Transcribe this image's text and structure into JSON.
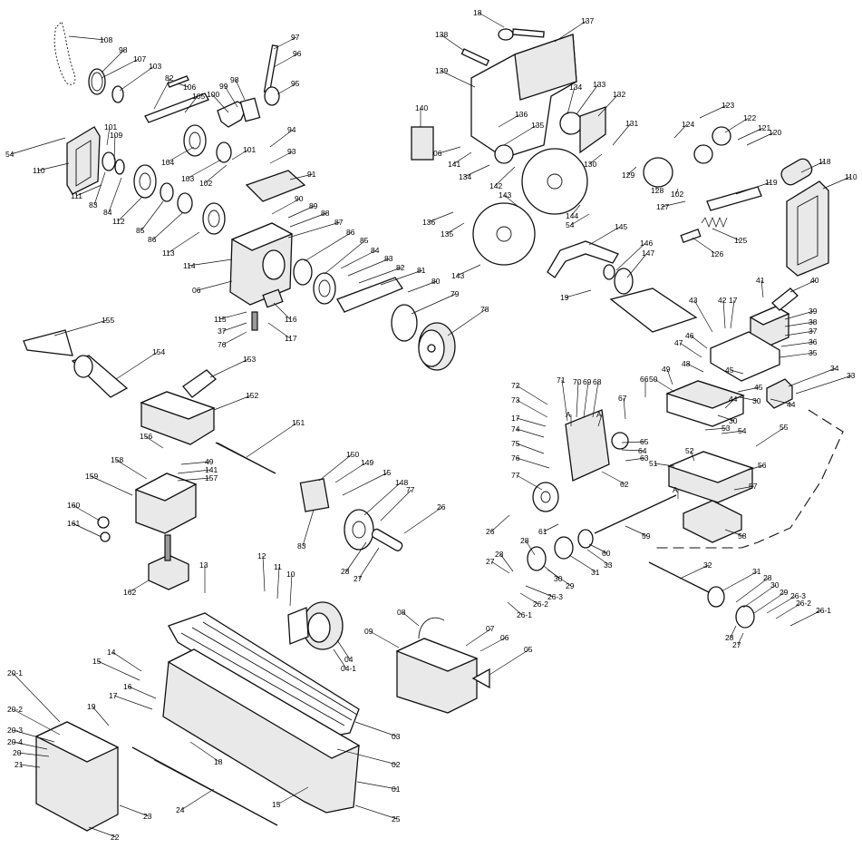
{
  "diagram": {
    "callouts": [
      {
        "id": "c-108",
        "label": "108"
      },
      {
        "id": "c-98a",
        "label": "98"
      },
      {
        "id": "c-107",
        "label": "107"
      },
      {
        "id": "c-103a",
        "label": "103"
      },
      {
        "id": "c-82",
        "label": "82"
      },
      {
        "id": "c-106",
        "label": "106"
      },
      {
        "id": "c-105",
        "label": "105"
      },
      {
        "id": "c-98b",
        "label": "98"
      },
      {
        "id": "c-99",
        "label": "99"
      },
      {
        "id": "c-100",
        "label": "100"
      },
      {
        "id": "c-97",
        "label": "97"
      },
      {
        "id": "c-96",
        "label": "96"
      },
      {
        "id": "c-95",
        "label": "95"
      },
      {
        "id": "c-54a",
        "label": "54"
      },
      {
        "id": "c-101a",
        "label": "101"
      },
      {
        "id": "c-109",
        "label": "109"
      },
      {
        "id": "c-110a",
        "label": "110"
      },
      {
        "id": "c-104",
        "label": "104"
      },
      {
        "id": "c-101b",
        "label": "101"
      },
      {
        "id": "c-94",
        "label": "94"
      },
      {
        "id": "c-93",
        "label": "93"
      },
      {
        "id": "c-103b",
        "label": "103"
      },
      {
        "id": "c-102a",
        "label": "102"
      },
      {
        "id": "c-91",
        "label": "91"
      },
      {
        "id": "c-111",
        "label": "111"
      },
      {
        "id": "c-83a",
        "label": "83"
      },
      {
        "id": "c-84a",
        "label": "84"
      },
      {
        "id": "c-112",
        "label": "112"
      },
      {
        "id": "c-85a",
        "label": "85"
      },
      {
        "id": "c-86a",
        "label": "86"
      },
      {
        "id": "c-90",
        "label": "90"
      },
      {
        "id": "c-89",
        "label": "89"
      },
      {
        "id": "c-88",
        "label": "88"
      },
      {
        "id": "c-87",
        "label": "87"
      },
      {
        "id": "c-86b",
        "label": "86"
      },
      {
        "id": "c-85b",
        "label": "85"
      },
      {
        "id": "c-84b",
        "label": "84"
      },
      {
        "id": "c-113",
        "label": "113"
      },
      {
        "id": "c-114",
        "label": "114"
      },
      {
        "id": "c-83b",
        "label": "83"
      },
      {
        "id": "c-82b",
        "label": "82"
      },
      {
        "id": "c-81",
        "label": "81"
      },
      {
        "id": "c-06a",
        "label": "06"
      },
      {
        "id": "c-80",
        "label": "80"
      },
      {
        "id": "c-79",
        "label": "79"
      },
      {
        "id": "c-115",
        "label": "115"
      },
      {
        "id": "c-116",
        "label": "116"
      },
      {
        "id": "c-78",
        "label": "78"
      },
      {
        "id": "c-37a",
        "label": "37"
      },
      {
        "id": "c-76a",
        "label": "76"
      },
      {
        "id": "c-117",
        "label": "117"
      },
      {
        "id": "c-18a",
        "label": "18"
      },
      {
        "id": "c-137",
        "label": "137"
      },
      {
        "id": "c-138",
        "label": "138"
      },
      {
        "id": "c-139",
        "label": "139"
      },
      {
        "id": "c-133",
        "label": "133"
      },
      {
        "id": "c-134a",
        "label": "134"
      },
      {
        "id": "c-132",
        "label": "132"
      },
      {
        "id": "c-140",
        "label": "140"
      },
      {
        "id": "c-136a",
        "label": "136"
      },
      {
        "id": "c-135a",
        "label": "135"
      },
      {
        "id": "c-123",
        "label": "123"
      },
      {
        "id": "c-122",
        "label": "122"
      },
      {
        "id": "c-121",
        "label": "121"
      },
      {
        "id": "c-120",
        "label": "120"
      },
      {
        "id": "c-124",
        "label": "124"
      },
      {
        "id": "c-131",
        "label": "131"
      },
      {
        "id": "c-130",
        "label": "130"
      },
      {
        "id": "c-129",
        "label": "129"
      },
      {
        "id": "c-06b",
        "label": "06"
      },
      {
        "id": "c-141",
        "label": "141"
      },
      {
        "id": "c-134b",
        "label": "134"
      },
      {
        "id": "c-142",
        "label": "142"
      },
      {
        "id": "c-128",
        "label": "128"
      },
      {
        "id": "c-102b",
        "label": "102"
      },
      {
        "id": "c-119",
        "label": "119"
      },
      {
        "id": "c-118",
        "label": "118"
      },
      {
        "id": "c-110b",
        "label": "110"
      },
      {
        "id": "c-127",
        "label": "127"
      },
      {
        "id": "c-143a",
        "label": "143"
      },
      {
        "id": "c-144",
        "label": "144"
      },
      {
        "id": "c-54b",
        "label": "54"
      },
      {
        "id": "c-136b",
        "label": "136"
      },
      {
        "id": "c-135b",
        "label": "135"
      },
      {
        "id": "c-145",
        "label": "145"
      },
      {
        "id": "c-125",
        "label": "125"
      },
      {
        "id": "c-146",
        "label": "146"
      },
      {
        "id": "c-147",
        "label": "147"
      },
      {
        "id": "c-126",
        "label": "126"
      },
      {
        "id": "c-143b",
        "label": "143"
      },
      {
        "id": "c-19a",
        "label": "19"
      },
      {
        "id": "c-155",
        "label": "155"
      },
      {
        "id": "c-154",
        "label": "154"
      },
      {
        "id": "c-153",
        "label": "153"
      },
      {
        "id": "c-152",
        "label": "152"
      },
      {
        "id": "c-151",
        "label": "151"
      },
      {
        "id": "c-156",
        "label": "156"
      },
      {
        "id": "c-49a",
        "label": "49"
      },
      {
        "id": "c-141b",
        "label": "141"
      },
      {
        "id": "c-157",
        "label": "157"
      },
      {
        "id": "c-150",
        "label": "150"
      },
      {
        "id": "c-149",
        "label": "149"
      },
      {
        "id": "c-15a",
        "label": "15"
      },
      {
        "id": "c-148",
        "label": "148"
      },
      {
        "id": "c-77a",
        "label": "77"
      },
      {
        "id": "c-158",
        "label": "158"
      },
      {
        "id": "c-159",
        "label": "159"
      },
      {
        "id": "c-160",
        "label": "160"
      },
      {
        "id": "c-161",
        "label": "161"
      },
      {
        "id": "c-162",
        "label": "162"
      },
      {
        "id": "c-83c",
        "label": "83"
      },
      {
        "id": "c-26a",
        "label": "26"
      },
      {
        "id": "c-28a",
        "label": "28"
      },
      {
        "id": "c-27a",
        "label": "27"
      },
      {
        "id": "c-41",
        "label": "41"
      },
      {
        "id": "c-40",
        "label": "40"
      },
      {
        "id": "c-43",
        "label": "43"
      },
      {
        "id": "c-42",
        "label": "42"
      },
      {
        "id": "c-17a",
        "label": "17"
      },
      {
        "id": "c-39",
        "label": "39"
      },
      {
        "id": "c-38",
        "label": "38"
      },
      {
        "id": "c-37b",
        "label": "37"
      },
      {
        "id": "c-36",
        "label": "36"
      },
      {
        "id": "c-35",
        "label": "35"
      },
      {
        "id": "c-47",
        "label": "47"
      },
      {
        "id": "c-46",
        "label": "46"
      },
      {
        "id": "c-48",
        "label": "48"
      },
      {
        "id": "c-49b",
        "label": "49"
      },
      {
        "id": "c-45a",
        "label": "45"
      },
      {
        "id": "c-45b",
        "label": "45"
      },
      {
        "id": "c-34",
        "label": "34"
      },
      {
        "id": "c-33a",
        "label": "33"
      },
      {
        "id": "c-30a",
        "label": "30"
      },
      {
        "id": "c-44a",
        "label": "44"
      },
      {
        "id": "c-44b",
        "label": "44"
      },
      {
        "id": "c-30b",
        "label": "30"
      },
      {
        "id": "c-72",
        "label": "72"
      },
      {
        "id": "c-71",
        "label": "71"
      },
      {
        "id": "c-70",
        "label": "70"
      },
      {
        "id": "c-69",
        "label": "69"
      },
      {
        "id": "c-68",
        "label": "68"
      },
      {
        "id": "c-66",
        "label": "66"
      },
      {
        "id": "c-50",
        "label": "50"
      },
      {
        "id": "c-73",
        "label": "73"
      },
      {
        "id": "c-A1",
        "label": "A"
      },
      {
        "id": "c-A2",
        "label": "A'"
      },
      {
        "id": "c-67",
        "label": "67"
      },
      {
        "id": "c-17b",
        "label": "17"
      },
      {
        "id": "c-74",
        "label": "74"
      },
      {
        "id": "c-65",
        "label": "65"
      },
      {
        "id": "c-64",
        "label": "64"
      },
      {
        "id": "c-53",
        "label": "53"
      },
      {
        "id": "c-54c",
        "label": "54"
      },
      {
        "id": "c-55",
        "label": "55"
      },
      {
        "id": "c-75",
        "label": "75"
      },
      {
        "id": "c-63",
        "label": "63"
      },
      {
        "id": "c-76b",
        "label": "76"
      },
      {
        "id": "c-52",
        "label": "52"
      },
      {
        "id": "c-51",
        "label": "51"
      },
      {
        "id": "c-56",
        "label": "56"
      },
      {
        "id": "c-77b",
        "label": "77"
      },
      {
        "id": "c-62",
        "label": "62"
      },
      {
        "id": "c-57",
        "label": "57"
      },
      {
        "id": "c-A3",
        "label": "A"
      },
      {
        "id": "c-26b",
        "label": "26"
      },
      {
        "id": "c-61",
        "label": "61"
      },
      {
        "id": "c-59",
        "label": "59"
      },
      {
        "id": "c-58",
        "label": "58"
      },
      {
        "id": "c-60",
        "label": "60"
      },
      {
        "id": "c-28b",
        "label": "28"
      },
      {
        "id": "c-31a",
        "label": "31"
      },
      {
        "id": "c-33b",
        "label": "33"
      },
      {
        "id": "c-27b",
        "label": "27"
      },
      {
        "id": "c-28c",
        "label": "28"
      },
      {
        "id": "c-29a",
        "label": "29"
      },
      {
        "id": "c-30c",
        "label": "30"
      },
      {
        "id": "c-26-3a",
        "label": "26-3"
      },
      {
        "id": "c-26-2a",
        "label": "26-2"
      },
      {
        "id": "c-26-1a",
        "label": "26-1"
      },
      {
        "id": "c-32",
        "label": "32"
      },
      {
        "id": "c-31b",
        "label": "31"
      },
      {
        "id": "c-28d",
        "label": "28"
      },
      {
        "id": "c-30d",
        "label": "30"
      },
      {
        "id": "c-29b",
        "label": "29"
      },
      {
        "id": "c-26-3b",
        "label": "26-3"
      },
      {
        "id": "c-26-2b",
        "label": "26-2"
      },
      {
        "id": "c-26-1b",
        "label": "26-1"
      },
      {
        "id": "c-28e",
        "label": "28"
      },
      {
        "id": "c-27c",
        "label": "27"
      },
      {
        "id": "c-13",
        "label": "13"
      },
      {
        "id": "c-12",
        "label": "12"
      },
      {
        "id": "c-11",
        "label": "11"
      },
      {
        "id": "c-10",
        "label": "10"
      },
      {
        "id": "c-08",
        "label": "08"
      },
      {
        "id": "c-09",
        "label": "09"
      },
      {
        "id": "c-07",
        "label": "07"
      },
      {
        "id": "c-06c",
        "label": "06"
      },
      {
        "id": "c-05",
        "label": "05"
      },
      {
        "id": "c-04",
        "label": "04"
      },
      {
        "id": "c-04-1",
        "label": "04-1"
      },
      {
        "id": "c-14",
        "label": "14"
      },
      {
        "id": "c-15b",
        "label": "15"
      },
      {
        "id": "c-16",
        "label": "16"
      },
      {
        "id": "c-17c",
        "label": "17"
      },
      {
        "id": "c-19b",
        "label": "19"
      },
      {
        "id": "c-18b",
        "label": "18"
      },
      {
        "id": "c-20-1",
        "label": "20-1"
      },
      {
        "id": "c-20-2",
        "label": "20-2"
      },
      {
        "id": "c-20-3",
        "label": "20-3"
      },
      {
        "id": "c-20-4",
        "label": "20-4"
      },
      {
        "id": "c-20",
        "label": "20"
      },
      {
        "id": "c-21",
        "label": "21"
      },
      {
        "id": "c-03",
        "label": "03"
      },
      {
        "id": "c-02",
        "label": "02"
      },
      {
        "id": "c-01",
        "label": "01"
      },
      {
        "id": "c-24",
        "label": "24"
      },
      {
        "id": "c-23",
        "label": "23"
      },
      {
        "id": "c-22",
        "label": "22"
      },
      {
        "id": "c-15c",
        "label": "15"
      },
      {
        "id": "c-25",
        "label": "25"
      }
    ]
  }
}
